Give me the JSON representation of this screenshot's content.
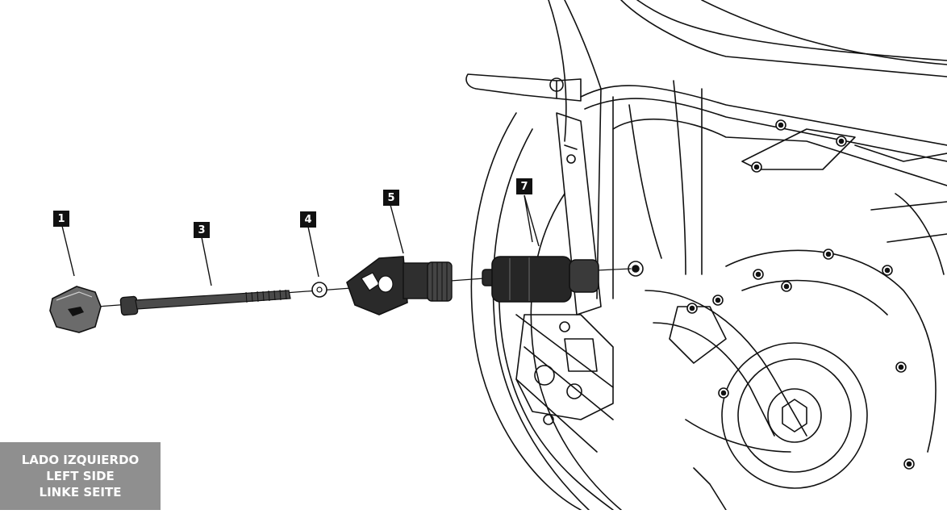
{
  "callouts": [
    {
      "id": "part-1",
      "label": "1"
    },
    {
      "id": "part-3",
      "label": "3"
    },
    {
      "id": "part-4",
      "label": "4"
    },
    {
      "id": "part-5",
      "label": "5"
    },
    {
      "id": "part-7",
      "label": "7"
    }
  ],
  "side_label": {
    "line1": "LADO IZQUIERDO",
    "line2": "LEFT SIDE",
    "line3": "LINKE SEITE"
  },
  "colors": {
    "badge_bg": "#111111",
    "panel_bg": "#8f8f8f",
    "part_dark": "#2a2a2a",
    "line": "#111111"
  }
}
